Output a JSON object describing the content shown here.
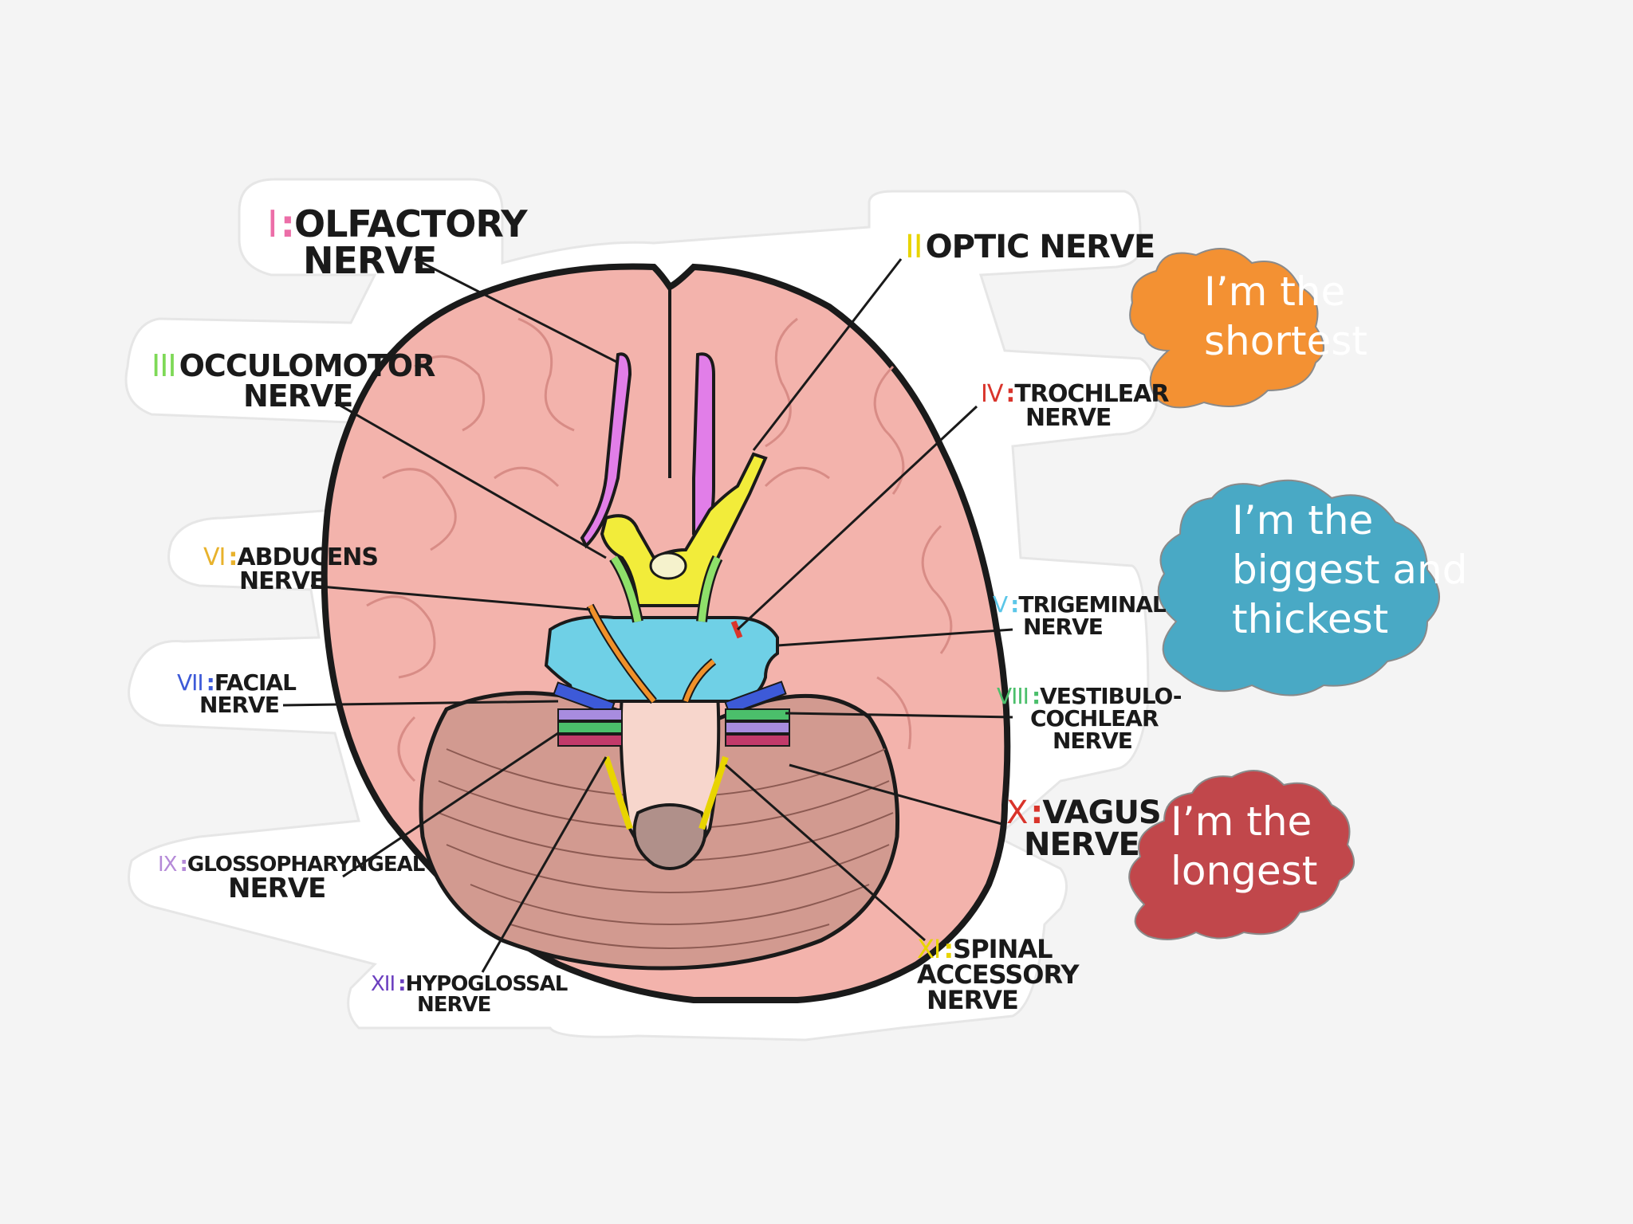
{
  "nerves": [
    {
      "id": "olfactory",
      "numeral": "I",
      "sep": ":",
      "lines": [
        "OLFACTORY",
        "NERVE"
      ],
      "color": "#ec6ea8"
    },
    {
      "id": "optic",
      "numeral": "II",
      "sep": "",
      "lines": [
        "OPTIC NERVE"
      ],
      "color": "#e8d400"
    },
    {
      "id": "occulomotor",
      "numeral": "III",
      "sep": "",
      "lines": [
        "OCCULOMOTOR",
        "NERVE"
      ],
      "color": "#7ed957"
    },
    {
      "id": "trochlear",
      "numeral": "IV",
      "sep": ":",
      "lines": [
        "TROCHLEAR",
        "NERVE"
      ],
      "color": "#d9342b"
    },
    {
      "id": "abducens",
      "numeral": "VI",
      "sep": ":",
      "lines": [
        "ABDUCENS",
        "NERVE"
      ],
      "color": "#e89a2c"
    },
    {
      "id": "trigeminal",
      "numeral": "V",
      "sep": ":",
      "lines": [
        "TRIGEMINAL",
        "NERVE"
      ],
      "color": "#5bc6e8"
    },
    {
      "id": "facial",
      "numeral": "VII",
      "sep": ":",
      "lines": [
        "FACIAL",
        "NERVE"
      ],
      "color": "#3d5ad8"
    },
    {
      "id": "vestibulo",
      "numeral": "VIII",
      "sep": ":",
      "lines": [
        "VESTIBULO-",
        "COCHLEAR",
        "NERVE"
      ],
      "color": "#4bbf6b"
    },
    {
      "id": "vagus",
      "numeral": "X",
      "sep": ":",
      "lines": [
        "VAGUS",
        "NERVE"
      ],
      "color": "#d9342b"
    },
    {
      "id": "glossopharyngeal",
      "numeral": "IX",
      "sep": ":",
      "lines": [
        "GLOSSOPHARYNGEAL",
        "NERVE"
      ],
      "color": "#b58ad8"
    },
    {
      "id": "hypoglossal",
      "numeral": "XII",
      "sep": ":",
      "lines": [
        "HYPOGLOSSAL",
        "NERVE"
      ],
      "color": "#6b3fbf"
    },
    {
      "id": "accessory",
      "numeral": "XI",
      "sep": ":",
      "lines": [
        "SPINAL",
        "ACCESSORY",
        "NERVE"
      ],
      "color": "#e8d400"
    }
  ],
  "callouts": [
    {
      "id": "shortest",
      "lines": [
        "I’m the",
        "shortest"
      ],
      "color": "#f39133"
    },
    {
      "id": "biggest",
      "lines": [
        "I’m the",
        "biggest and",
        "thickest"
      ],
      "color": "#49a9c5"
    },
    {
      "id": "longest",
      "lines": [
        "I’m the",
        "longest"
      ],
      "color": "#c1474b"
    }
  ]
}
